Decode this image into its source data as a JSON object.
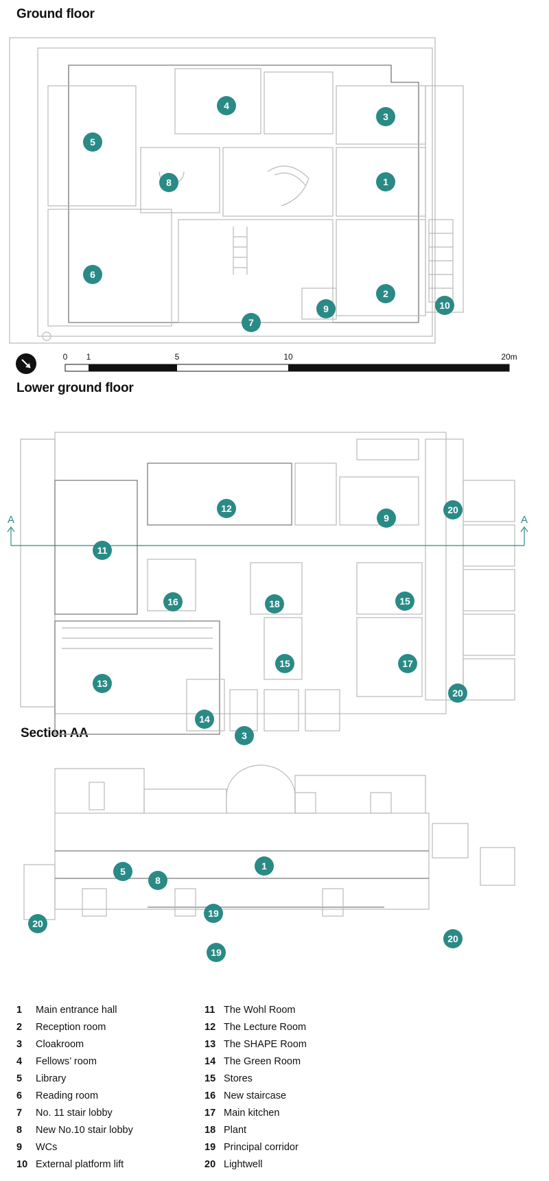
{
  "sections": {
    "ground": "Ground floor",
    "lower": "Lower ground floor",
    "section": "Section AA"
  },
  "scale_bar": {
    "labels": [
      "0",
      "1",
      "5",
      "10",
      "20m"
    ]
  },
  "section_marker": "A",
  "accent_color": "#2a8a85",
  "markers": {
    "ground": [
      "4",
      "3",
      "5",
      "1",
      "8",
      "6",
      "2",
      "9",
      "10",
      "7"
    ],
    "lower": [
      "12",
      "20",
      "9",
      "11",
      "16",
      "18",
      "15",
      "15",
      "17",
      "13",
      "20",
      "14",
      "3"
    ],
    "section": [
      "1",
      "5",
      "8",
      "19",
      "20",
      "19",
      "20"
    ]
  },
  "legend": [
    {
      "num": "1",
      "label": "Main entrance hall"
    },
    {
      "num": "2",
      "label": "Reception room"
    },
    {
      "num": "3",
      "label": "Cloakroom"
    },
    {
      "num": "4",
      "label": "Fellows’ room"
    },
    {
      "num": "5",
      "label": "Library"
    },
    {
      "num": "6",
      "label": "Reading room"
    },
    {
      "num": "7",
      "label": "No. 11 stair lobby"
    },
    {
      "num": "8",
      "label": "New No.10 stair lobby"
    },
    {
      "num": "9",
      "label": "WCs"
    },
    {
      "num": "10",
      "label": "External platform lift"
    },
    {
      "num": "11",
      "label": "The Wohl Room"
    },
    {
      "num": "12",
      "label": "The Lecture Room"
    },
    {
      "num": "13",
      "label": "The SHAPE Room"
    },
    {
      "num": "14",
      "label": "The Green Room"
    },
    {
      "num": "15",
      "label": "Stores"
    },
    {
      "num": "16",
      "label": "New staircase"
    },
    {
      "num": "17",
      "label": "Main kitchen"
    },
    {
      "num": "18",
      "label": "Plant"
    },
    {
      "num": "19",
      "label": "Principal corridor"
    },
    {
      "num": "20",
      "label": "Lightwell"
    }
  ]
}
